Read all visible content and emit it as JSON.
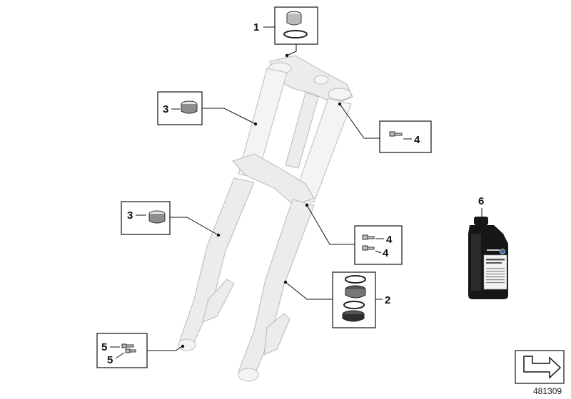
{
  "callouts": [
    {
      "id": "c1",
      "numbers": [
        "1"
      ],
      "part": "fork-cap-with-o-ring"
    },
    {
      "id": "c3a",
      "numbers": [
        "3"
      ],
      "part": "bushing"
    },
    {
      "id": "c4a",
      "numbers": [
        "4"
      ],
      "part": "bolt"
    },
    {
      "id": "c3b",
      "numbers": [
        "3"
      ],
      "part": "bushing"
    },
    {
      "id": "c4b",
      "numbers": [
        "4",
        "4"
      ],
      "part": "bolts"
    },
    {
      "id": "c2",
      "numbers": [
        "2"
      ],
      "part": "seal-kit"
    },
    {
      "id": "c5",
      "numbers": [
        "5",
        "5"
      ],
      "part": "axle-bolts"
    },
    {
      "id": "c6",
      "numbers": [
        "6"
      ],
      "part": "oil-bottle"
    }
  ],
  "reference_number": "481309",
  "colors": {
    "ink": "#111111",
    "fork_fill": "#ececec",
    "fork_edge": "#b8b8b8",
    "bottle": "#161616"
  },
  "icons": {
    "nav": "arrow-corner-icon"
  }
}
